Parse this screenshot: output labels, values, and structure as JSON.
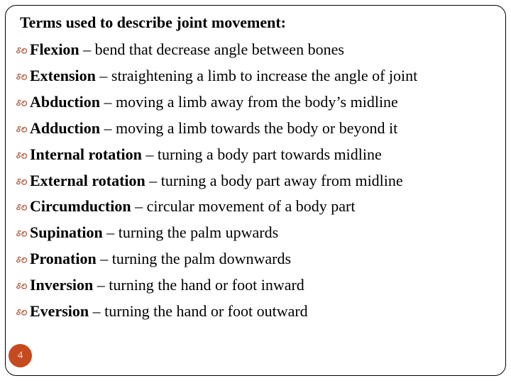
{
  "slide": {
    "title": "Terms used to describe joint movement:",
    "page_number": "4",
    "list": {
      "separator": "–",
      "bullet_icon": "double-curl-bullet",
      "items": [
        {
          "term": "Flexion",
          "definition": "bend that decrease angle between bones"
        },
        {
          "term": "Extension",
          "definition": "straightening a limb to increase the angle of joint"
        },
        {
          "term": "Abduction",
          "definition": "moving a limb away from the body’s midline"
        },
        {
          "term": "Adduction",
          "definition": "moving a limb towards the body or beyond it"
        },
        {
          "term": "Internal rotation",
          "definition": "turning a body part towards midline"
        },
        {
          "term": "External rotation",
          "definition": "turning a body part away from midline"
        },
        {
          "term": "Circumduction",
          "definition": "circular movement of a body part"
        },
        {
          "term": "Supination",
          "definition": "turning the palm upwards"
        },
        {
          "term": "Pronation",
          "definition": "turning the palm downwards"
        },
        {
          "term": "Inversion",
          "definition": "turning the hand or foot inward"
        },
        {
          "term": "Eversion",
          "definition": "turning the hand or foot outward"
        }
      ]
    },
    "colors": {
      "background": "#FFFFFF",
      "text": "#000000",
      "border": "#000000",
      "bullet": "#B4684E",
      "page_badge_bg": "#C54A1F",
      "page_badge_text": "#EFE3CC"
    }
  }
}
